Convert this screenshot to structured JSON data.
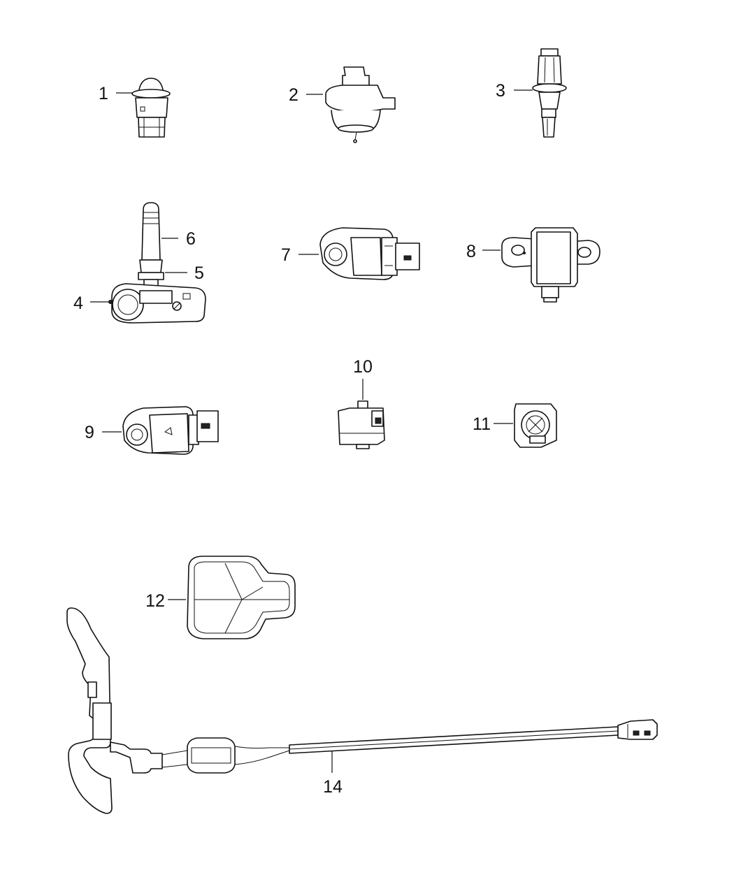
{
  "diagram": {
    "callouts": [
      {
        "id": "1",
        "label": "1"
      },
      {
        "id": "2",
        "label": "2"
      },
      {
        "id": "3",
        "label": "3"
      },
      {
        "id": "4",
        "label": "4"
      },
      {
        "id": "5",
        "label": "5"
      },
      {
        "id": "6",
        "label": "6"
      },
      {
        "id": "7",
        "label": "7"
      },
      {
        "id": "8",
        "label": "8"
      },
      {
        "id": "9",
        "label": "9"
      },
      {
        "id": "10",
        "label": "10"
      },
      {
        "id": "11",
        "label": "11"
      },
      {
        "id": "12",
        "label": "12"
      },
      {
        "id": "14",
        "label": "14"
      }
    ]
  }
}
